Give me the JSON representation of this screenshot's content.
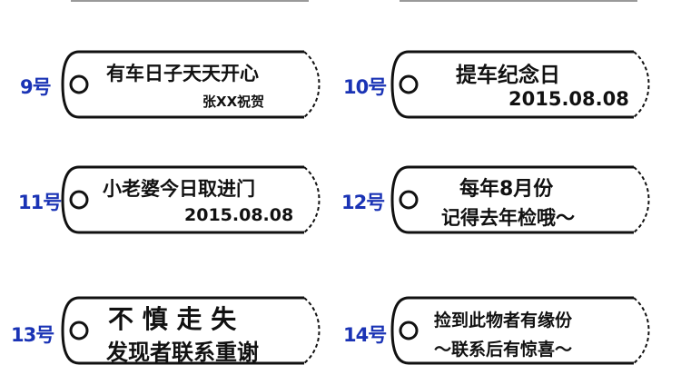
{
  "tags": [
    {
      "num": "9号",
      "lines": [
        "有车日子天天开心",
        "张XX祝贺"
      ]
    },
    {
      "num": "10号",
      "lines": [
        "提车纪念日",
        "2015.08.08"
      ]
    },
    {
      "num": "11号",
      "lines": [
        "小老婆今日取进门",
        "2015.08.08"
      ]
    },
    {
      "num": "12号",
      "lines": [
        "每年8月份",
        "记得去年检哦～"
      ]
    },
    {
      "num": "13号",
      "lines": [
        "不 慎 走 失",
        "发现者联系重谢"
      ]
    },
    {
      "num": "14号",
      "lines": [
        "捡到此物者有缘份",
        "～联系后有惊喜～"
      ]
    }
  ],
  "colors": {
    "number": "#1a33b5",
    "outline": "#111111"
  },
  "icons": [
    "key-hole-icon"
  ]
}
